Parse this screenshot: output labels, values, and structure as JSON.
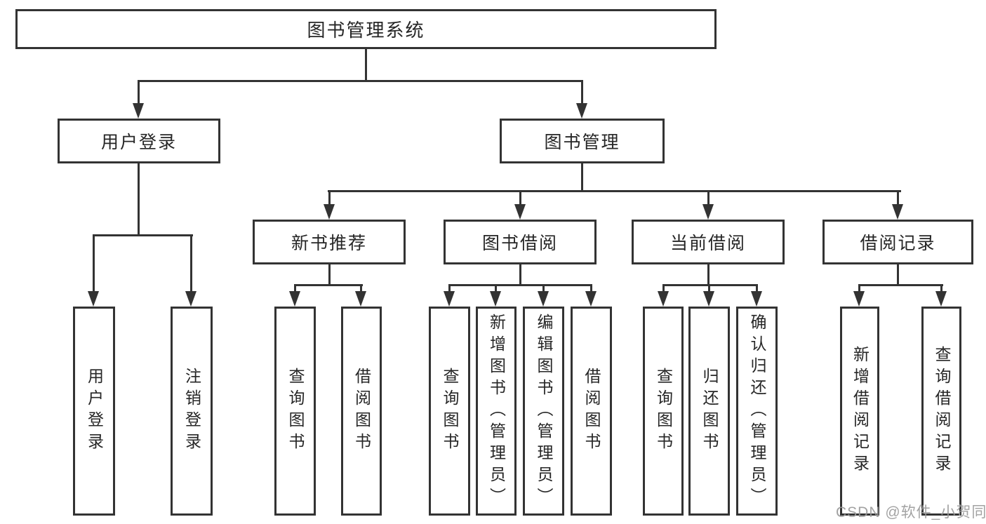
{
  "diagram_type": "hierarchy-tree",
  "tree": {
    "label": "图书管理系统",
    "children": [
      {
        "label": "用户登录",
        "children": [
          {
            "label": "用户登录"
          },
          {
            "label": "注销登录"
          }
        ]
      },
      {
        "label": "图书管理",
        "children": [
          {
            "label": "新书推荐",
            "children": [
              {
                "label": "查询图书"
              },
              {
                "label": "借阅图书"
              }
            ]
          },
          {
            "label": "图书借阅",
            "children": [
              {
                "label": "查询图书"
              },
              {
                "label": "新增图书（管理员）"
              },
              {
                "label": "编辑图书（管理员）"
              },
              {
                "label": "借阅图书"
              }
            ]
          },
          {
            "label": "当前借阅",
            "children": [
              {
                "label": "查询图书"
              },
              {
                "label": "归还图书"
              },
              {
                "label": "确认归还（管理员）"
              }
            ]
          },
          {
            "label": "借阅记录",
            "children": [
              {
                "label": "新增借阅记录"
              },
              {
                "label": "查询借阅记录"
              }
            ]
          }
        ]
      }
    ]
  },
  "watermark": "CSDN @软件_小贺同学",
  "colors": {
    "line": "#333333",
    "text": "#262626",
    "watermark": "#9b9b9b",
    "background": "#ffffff"
  }
}
